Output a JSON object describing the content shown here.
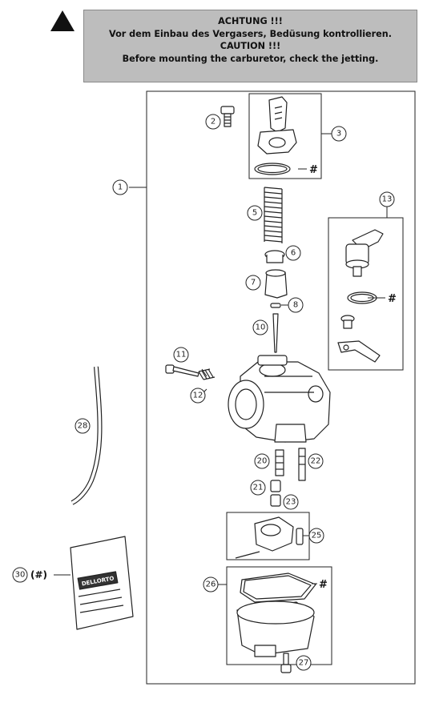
{
  "warning": {
    "icon": "warning-triangle-icon",
    "line1": "ACHTUNG !!!",
    "line2": "Vor dem Einbau des Vergasers, Bedüsung kontrollieren.",
    "line3": "CAUTION !!!",
    "line4": "Before mounting the carburetor, check the jetting."
  },
  "callouts": {
    "c1": "1",
    "c2": "2",
    "c3": "3",
    "c5": "5",
    "c6": "6",
    "c7": "7",
    "c8": "8",
    "c10": "10",
    "c11": "11",
    "c12": "12",
    "c13": "13",
    "c20": "20",
    "c21": "21",
    "c22": "22",
    "c23": "23",
    "c25": "25",
    "c26": "26",
    "c27": "27",
    "c28": "28",
    "c30": "30"
  },
  "marks": {
    "hash_3": "#",
    "hash_13": "#",
    "hash_26": "#",
    "package_30": "(#)"
  },
  "package_brand": "DELLORTO",
  "colors": {
    "banner_bg": "#bdbdbd",
    "line": "#222222"
  }
}
